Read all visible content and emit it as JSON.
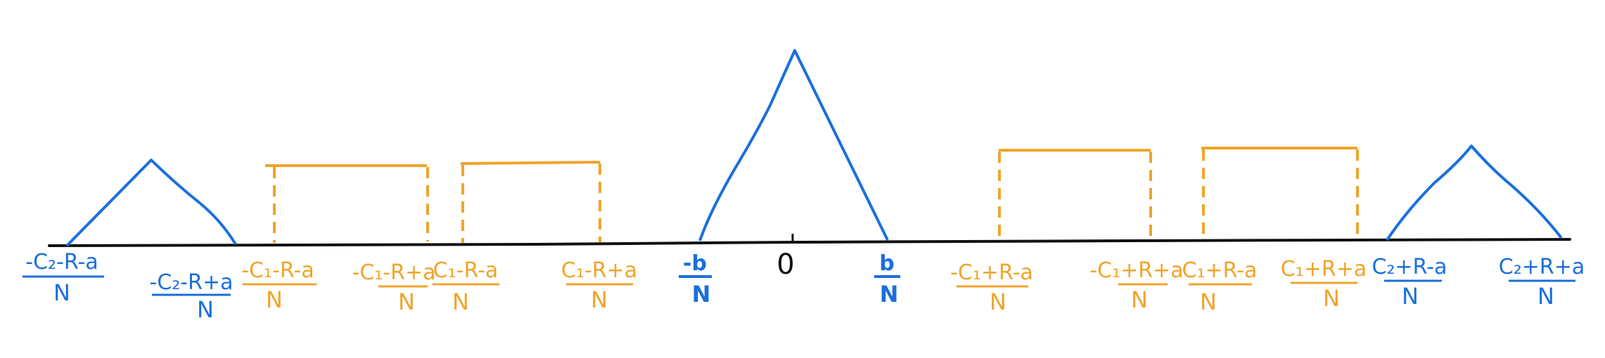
{
  "colors": {
    "axis": "#111111",
    "blue": "#1a6fdc",
    "orange": "#f0a42a"
  },
  "labels": [
    {
      "id": "neg-c2-r-a",
      "num": "-C₂-R-a",
      "den": "N",
      "color": "blue"
    },
    {
      "id": "neg-c2-r-plus-a",
      "num": "-C₂-R+a",
      "den": "N",
      "color": "blue"
    },
    {
      "id": "neg-c1-r-a",
      "num": "-C₁-R-a",
      "den": "N",
      "color": "orange"
    },
    {
      "id": "neg-c1-r-plus-a",
      "num": "-C₁-R+a",
      "den": "N",
      "color": "orange"
    },
    {
      "id": "c1-r-a",
      "num": "C₁-R-a",
      "den": "N",
      "color": "orange"
    },
    {
      "id": "c1-r-plus-a",
      "num": "C₁-R+a",
      "den": "N",
      "color": "orange"
    },
    {
      "id": "neg-b",
      "num": "-b",
      "den": "N",
      "color": "blue"
    },
    {
      "id": "zero",
      "num": "0",
      "den": "",
      "color": "axis"
    },
    {
      "id": "pos-b",
      "num": "b",
      "den": "N",
      "color": "blue"
    },
    {
      "id": "neg-c1-plus-r-a",
      "num": "-C₁+R-a",
      "den": "N",
      "color": "orange"
    },
    {
      "id": "neg-c1-plus-r-plus-a",
      "num": "-C₁+R+a",
      "den": "N",
      "color": "orange"
    },
    {
      "id": "c1-plus-r-a",
      "num": "C₁+R-a",
      "den": "N",
      "color": "orange"
    },
    {
      "id": "c1-plus-r-plus-a",
      "num": "C₁+R+a",
      "den": "N",
      "color": "orange"
    },
    {
      "id": "c2-plus-r-a",
      "num": "C₂+R-a",
      "den": "N",
      "color": "blue"
    },
    {
      "id": "c2-plus-r-plus-a",
      "num": "C₂+R+a",
      "den": "N",
      "color": "blue"
    }
  ]
}
